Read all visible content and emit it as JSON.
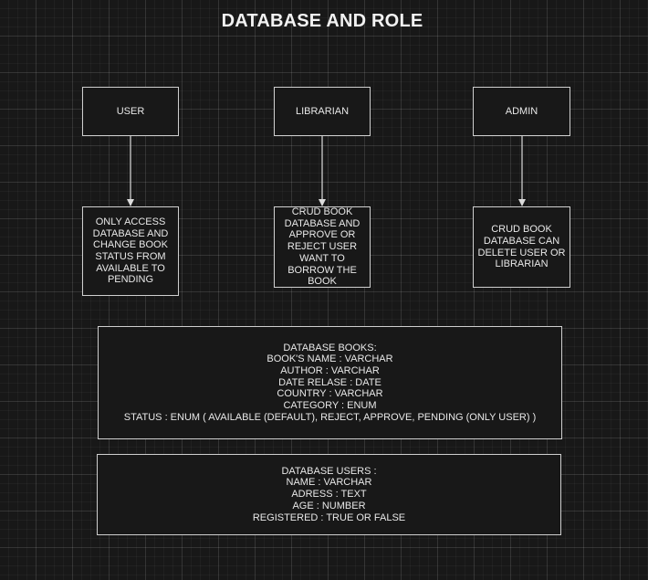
{
  "title": "DATABASE AND ROLE",
  "roles": [
    {
      "name": "USER",
      "description": "ONLY ACCESS DATABASE AND CHANGE BOOK STATUS FROM AVAILABLE TO PENDING"
    },
    {
      "name": "LIBRARIAN",
      "description": "CRUD BOOK DATABASE AND APPROVE OR REJECT USER WANT TO BORROW THE BOOK"
    },
    {
      "name": "ADMIN",
      "description": "CRUD BOOK DATABASE CAN DELETE USER OR LIBRARIAN"
    }
  ],
  "databases": {
    "books": {
      "lines": [
        "DATABASE BOOKS:",
        "BOOK'S NAME : VARCHAR",
        "AUTHOR : VARCHAR",
        "DATE RELASE : DATE",
        "COUNTRY : VARCHAR",
        "CATEGORY : ENUM",
        "STATUS : ENUM ( AVAILABLE (DEFAULT), REJECT, APPROVE, PENDING (ONLY USER) )"
      ]
    },
    "users": {
      "lines": [
        "DATABASE USERS :",
        "NAME : VARCHAR",
        "ADRESS : TEXT",
        "AGE : NUMBER",
        "REGISTERED : TRUE OR FALSE"
      ]
    }
  },
  "colors": {
    "background": "#181818",
    "border": "#cfcfcf",
    "text": "#e8e8e8"
  }
}
